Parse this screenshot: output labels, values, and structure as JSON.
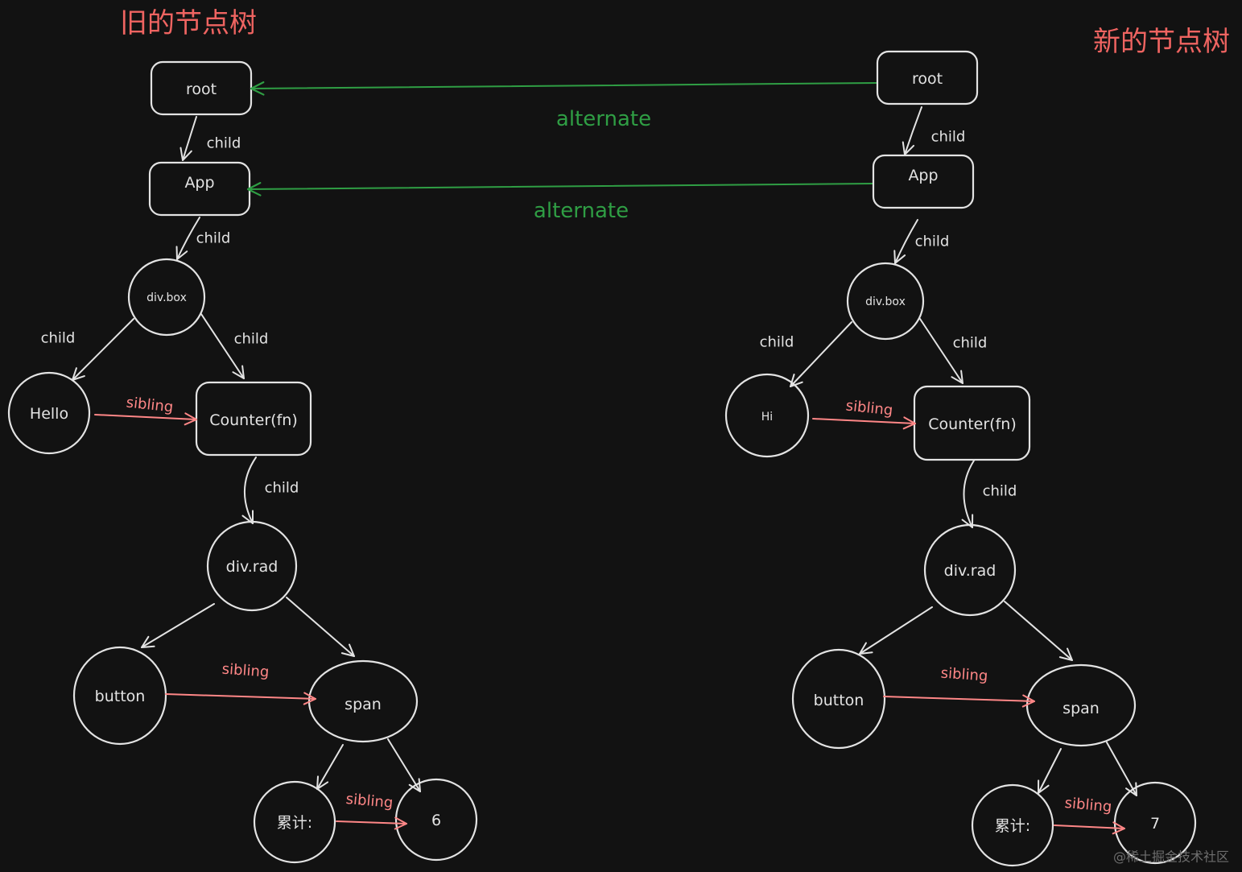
{
  "titles": {
    "old_tree": "旧的节点树",
    "new_tree": "新的节点树"
  },
  "old_tree": {
    "nodes": {
      "root": "root",
      "app": "App",
      "div_box": "div.box",
      "text_node": "Hello",
      "counter": "Counter(fn)",
      "div_rad": "div.rad",
      "button": "button",
      "span": "span",
      "label_text": "累计:",
      "count": "6"
    },
    "edge_labels": {
      "root_to_app": "child",
      "app_to_div_box": "child",
      "div_box_to_text_node": "child",
      "div_box_to_counter": "child",
      "text_node_to_counter": "sibling",
      "counter_to_div_rad": "child",
      "button_to_span": "sibling",
      "label_text_to_count": "sibling"
    }
  },
  "new_tree": {
    "nodes": {
      "root": "root",
      "app": "App",
      "div_box": "div.box",
      "text_node": "Hi",
      "counter": "Counter(fn)",
      "div_rad": "div.rad",
      "button": "button",
      "span": "span",
      "label_text": "累计:",
      "count": "7"
    },
    "edge_labels": {
      "root_to_app": "child",
      "app_to_div_box": "child",
      "div_box_to_text_node": "child",
      "div_box_to_counter": "child",
      "text_node_to_counter": "sibling",
      "counter_to_div_rad": "child",
      "button_to_span": "sibling",
      "label_text_to_count": "sibling"
    }
  },
  "alternate_labels": {
    "root": "alternate",
    "app": "alternate"
  },
  "colors": {
    "background": "#121212",
    "stroke": "#e3e3e3",
    "title": "#ef6461",
    "sibling": "#ff8787",
    "alternate": "#2f9e44",
    "watermark": "#6e6e6e"
  },
  "watermark": "@稀土掘金技术社区"
}
